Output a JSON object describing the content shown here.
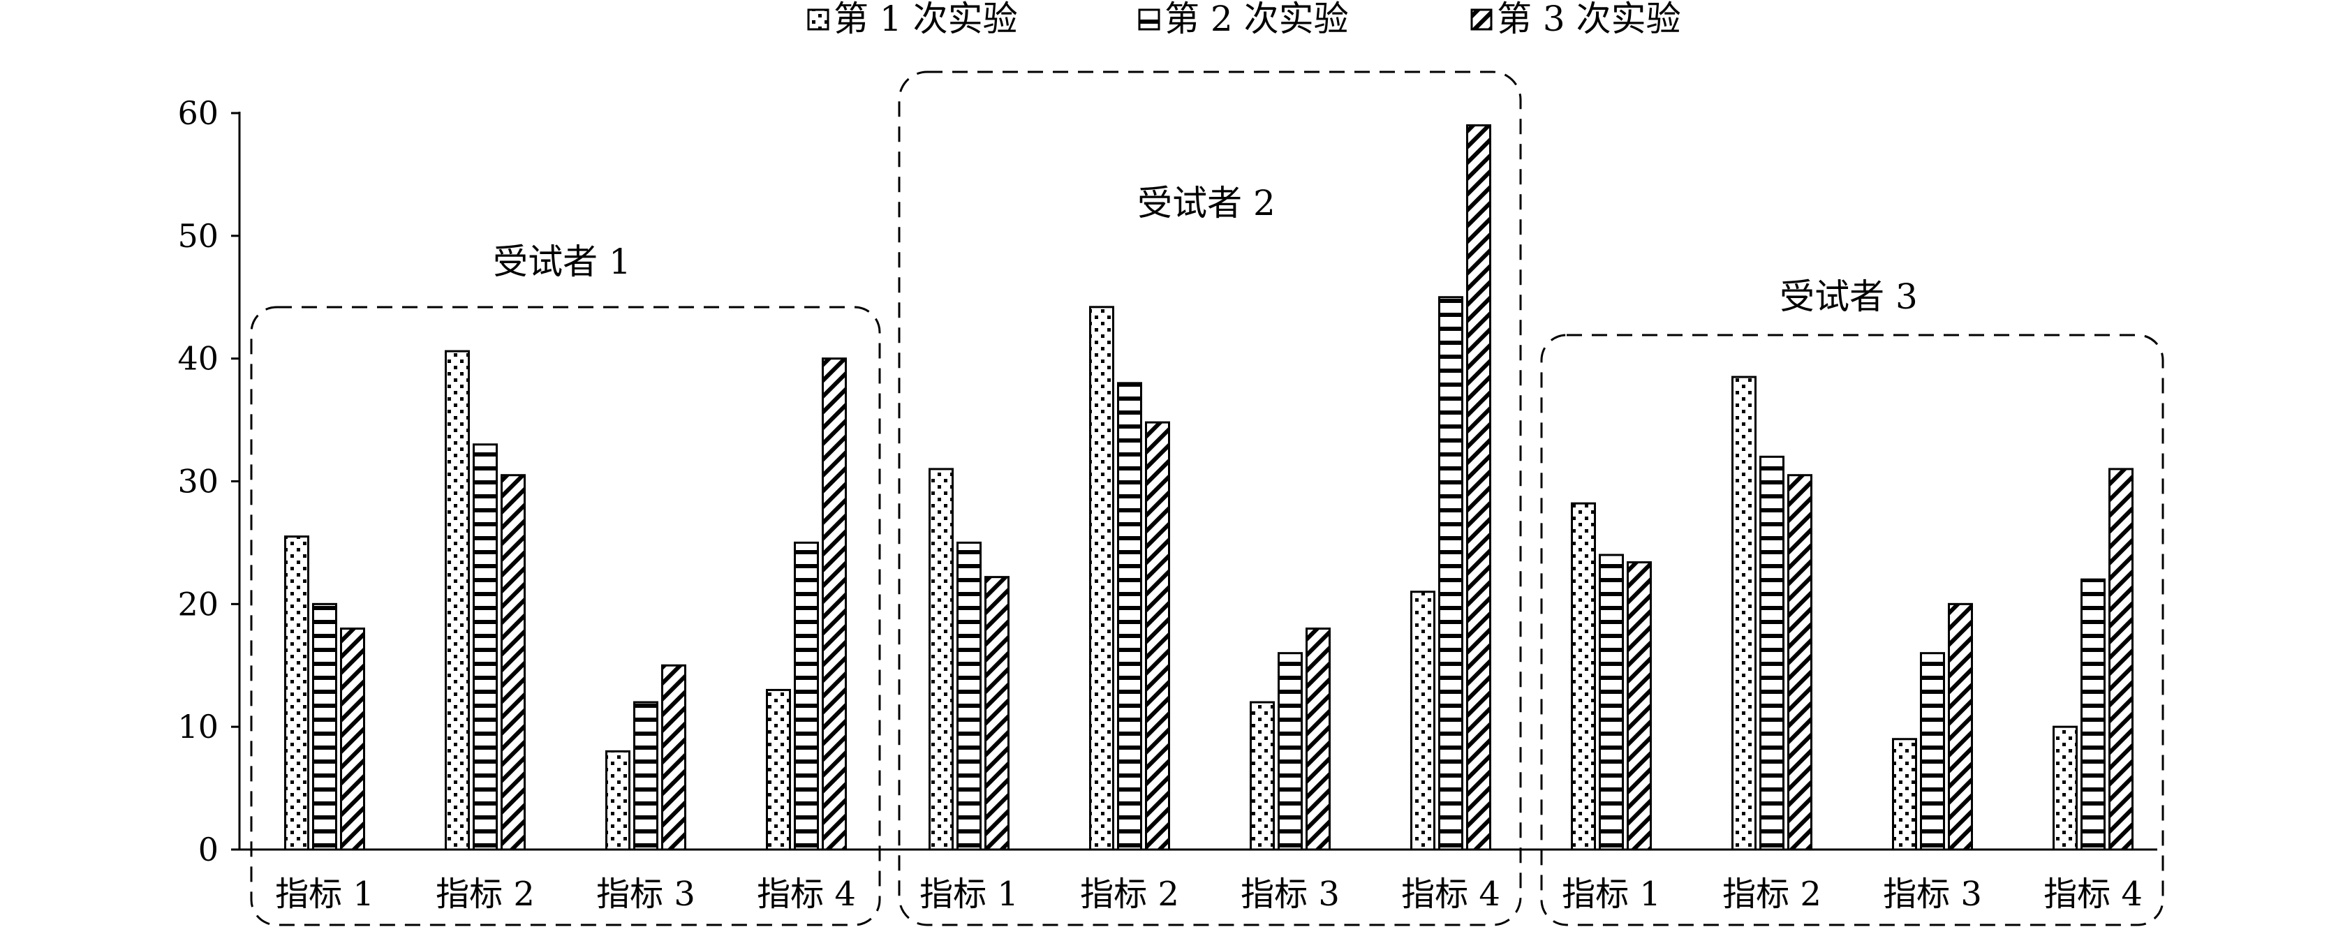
{
  "chart_data": {
    "type": "bar",
    "title": "",
    "xlabel": "",
    "ylabel": "",
    "ylim": [
      0,
      60
    ],
    "yticks": [
      0,
      10,
      20,
      30,
      40,
      50,
      60
    ],
    "grid": false,
    "legend_position": "top-center",
    "groups": [
      {
        "name": "受试者 1",
        "categories": [
          "指标 1",
          "指标 2",
          "指标 3",
          "指标 4"
        ],
        "series": [
          {
            "name": "第 1 次实验",
            "pattern": "dots",
            "values": [
              25.5,
              40.6,
              8,
              13
            ]
          },
          {
            "name": "第 2 次实验",
            "pattern": "horizontal-lines",
            "values": [
              20,
              33,
              12,
              25
            ]
          },
          {
            "name": "第 3 次实验",
            "pattern": "diagonal-lines",
            "values": [
              18,
              30.5,
              15,
              40
            ]
          }
        ]
      },
      {
        "name": "受试者 2",
        "categories": [
          "指标 1",
          "指标 2",
          "指标 3",
          "指标 4"
        ],
        "series": [
          {
            "name": "第 1 次实验",
            "pattern": "dots",
            "values": [
              31,
              44.2,
              12,
              21
            ]
          },
          {
            "name": "第 2 次实验",
            "pattern": "horizontal-lines",
            "values": [
              25,
              38,
              16,
              45
            ]
          },
          {
            "name": "第 3 次实验",
            "pattern": "diagonal-lines",
            "values": [
              22.2,
              34.8,
              18,
              59
            ]
          }
        ]
      },
      {
        "name": "受试者 3",
        "categories": [
          "指标 1",
          "指标 2",
          "指标 3",
          "指标 4"
        ],
        "series": [
          {
            "name": "第 1 次实验",
            "pattern": "dots",
            "values": [
              28.2,
              38.5,
              9,
              10
            ]
          },
          {
            "name": "第 2 次实验",
            "pattern": "horizontal-lines",
            "values": [
              24,
              32,
              16,
              22
            ]
          },
          {
            "name": "第 3 次实验",
            "pattern": "diagonal-lines",
            "values": [
              23.4,
              30.5,
              20,
              31
            ]
          }
        ]
      }
    ],
    "legend": [
      {
        "name": "第 1 次实验",
        "pattern": "dots"
      },
      {
        "name": "第 2 次实验",
        "pattern": "horizontal-lines"
      },
      {
        "name": "第 3 次实验",
        "pattern": "diagonal-lines"
      }
    ],
    "colors": {
      "bar_stroke": "#000000",
      "bar_fill": "#ffffff",
      "ink": "#000000"
    }
  }
}
